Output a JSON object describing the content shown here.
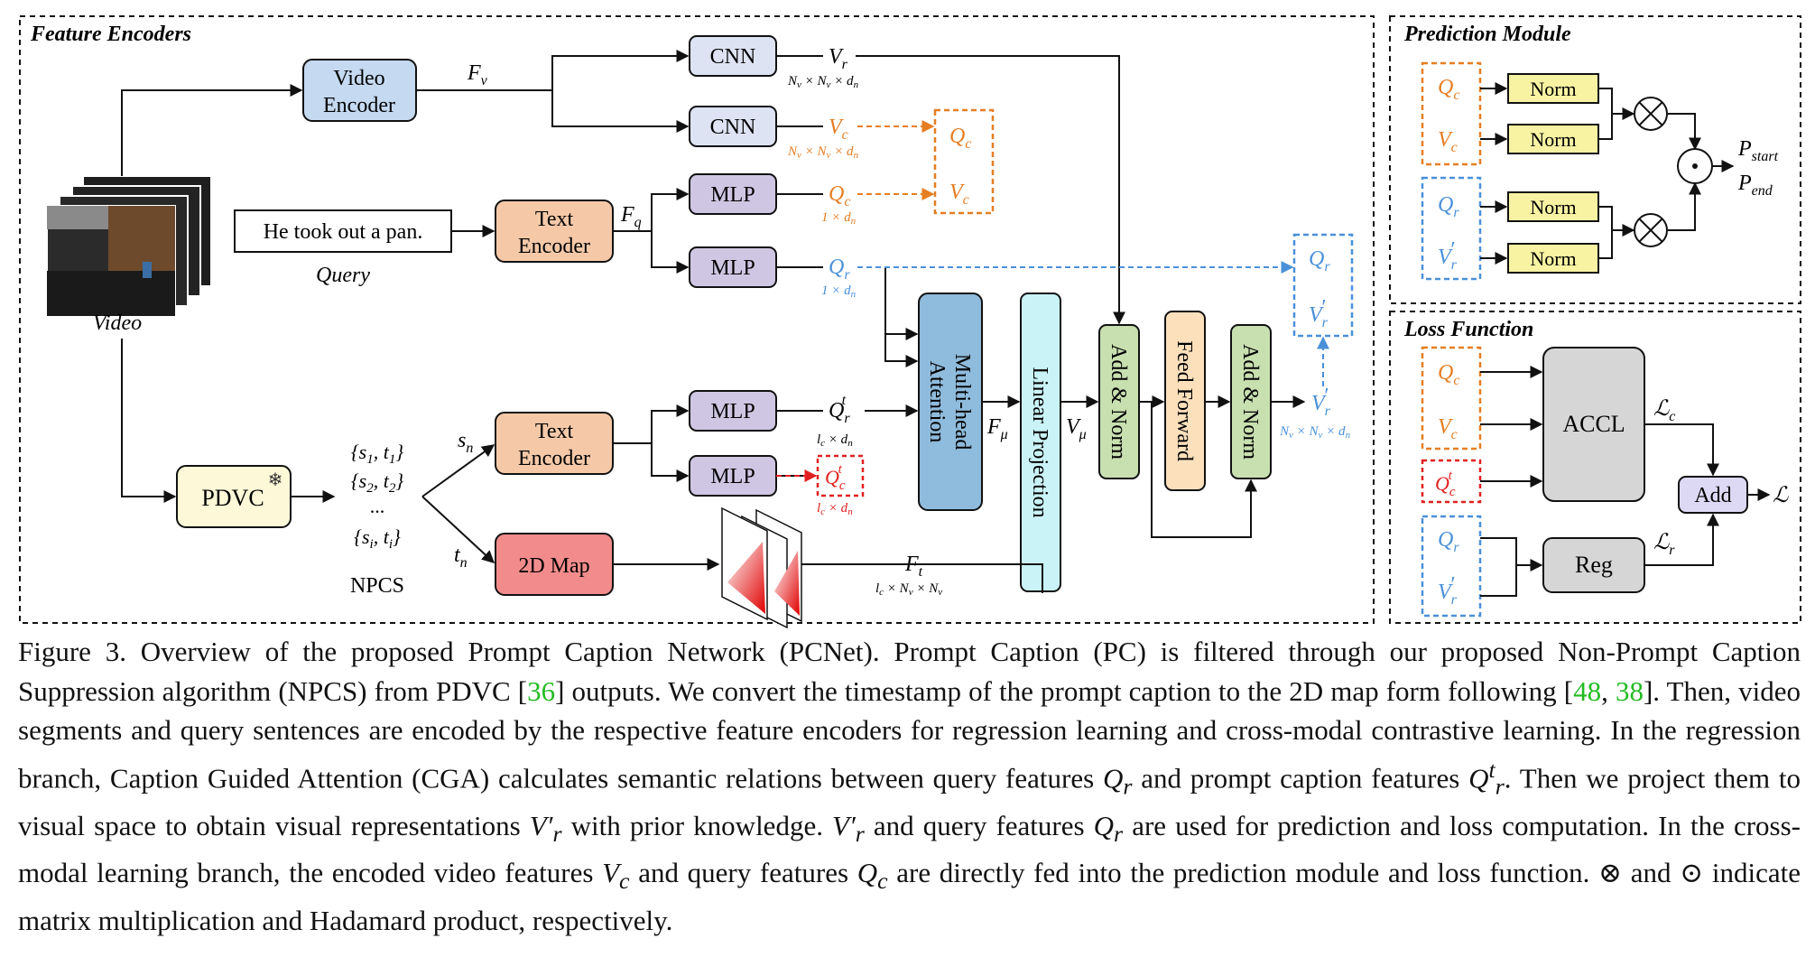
{
  "panels": {
    "encoders_title": "Feature Encoders",
    "prediction_title": "Prediction Module",
    "loss_title": "Loss Function"
  },
  "blocks": {
    "video_encoder": [
      "Video",
      "Encoder"
    ],
    "cnn_top": "CNN",
    "cnn_bottom": "CNN",
    "query_text": "He took out a pan.",
    "text_encoder_top": [
      "Text",
      "Encoder"
    ],
    "mlp_qc": "MLP",
    "mlp_qr": "MLP",
    "pdvc": "PDVC",
    "text_encoder_bottom": [
      "Text",
      "Encoder"
    ],
    "mlp_qrt": "MLP",
    "mlp_qct": "MLP",
    "map2d": "2D Map",
    "mha": [
      "Multi-head",
      "Attention"
    ],
    "linear_projection": "Linear Projection",
    "add_norm_1": "Add & Norm",
    "feed_forward": "Feed Forward",
    "add_norm_2": "Add & Norm",
    "norm_labels": [
      "Norm",
      "Norm",
      "Norm",
      "Norm"
    ],
    "accl": "ACCL",
    "reg": "Reg",
    "add": "Add"
  },
  "labels": {
    "video": "Video",
    "query": "Query",
    "npcs": "NPCS",
    "pairs": [
      "{s1, t1}",
      "{s2, t2}",
      "...",
      "{si, ti}"
    ],
    "ellipsis": "..."
  },
  "symbols": {
    "Fv": "F_v",
    "Fq": "F_q",
    "Vr": "V_r",
    "Vc": "V_c",
    "Qc": "Q_c",
    "Qr": "Q_r",
    "Qrt": "Q_r^t",
    "Qct": "Q_c^t",
    "Ft": "F_t",
    "Fmu": "F_μ",
    "Vmu": "V_μ",
    "Vr_prime": "V_r'",
    "sn": "s_n",
    "tn": "t_n",
    "Pstart": "P_start",
    "Pend": "P_end",
    "Lc": "L_c",
    "Lr": "L_r",
    "L": "L"
  },
  "dims": {
    "NvNvdn": "N_v × N_v × d_n",
    "one_dn": "1 × d_n",
    "lc_dn": "l_c × d_n",
    "lc_Nv_Nv": "l_c × N_v × N_v"
  },
  "colors": {
    "orange": "#e67e22",
    "blue": "#4a90d9",
    "red": "#e02020",
    "encoder_blue": "#c5d9f1",
    "cnn_fill": "#dde3f3",
    "text_enc": "#f5c9a8",
    "mlp_fill": "#cfc6e3",
    "pdvc_fill": "#fdf8d8",
    "map_fill": "#f28c8c",
    "mha_fill": "#8fbbdc",
    "linear_fill": "#c9f3f6",
    "addnorm_fill": "#c8e0b0",
    "ff_fill": "#fce0bc",
    "norm_fill": "#f8f3a3",
    "accl_fill": "#d6d6d6",
    "add_fill": "#ddd8f3",
    "ref_green": "#22bb22"
  },
  "caption": {
    "p1": "Figure 3. Overview of the proposed Prompt Caption Network (PCNet). Prompt Caption (PC) is filtered through our proposed Non-Prompt Caption Suppression algorithm (NPCS) from PDVC [",
    "r36": "36",
    "p2": "] outputs. We convert the timestamp of the prompt caption to the 2D map form following [",
    "r48": "48",
    "comma": ", ",
    "r38": "38",
    "p3": "]. Then, video segments and query sentences are encoded by the respective feature encoders for regression learning and cross-modal contrastive learning. In the regression branch, Caption Guided Attention (CGA) calculates semantic relations between query features ",
    "m_Qr1": "Q",
    "m_Qr1_sub": "r",
    "p4": " and prompt caption features ",
    "m_Qrt": "Q",
    "m_Qrt_sub": "r",
    "m_Qrt_sup": "t",
    "p5": ". Then we project them to visual space to obtain visual representations ",
    "m_Vr1": "V′",
    "m_Vr1_sub": "r",
    "p6": " with prior knowledge. ",
    "m_Vr2": "V′",
    "m_Vr2_sub": "r",
    "p7": " and query features ",
    "m_Qr2": "Q",
    "m_Qr2_sub": "r",
    "p8": " are used for prediction and loss computation. In the cross-modal learning branch, the encoded video features ",
    "m_Vc": "V",
    "m_Vc_sub": "c",
    "p9": " and query features ",
    "m_Qc": "Q",
    "m_Qc_sub": "c",
    "p10": " are directly fed into the prediction module and loss function. ⊗ and ⊙ indicate matrix multiplication and Hadamard product, respectively."
  }
}
